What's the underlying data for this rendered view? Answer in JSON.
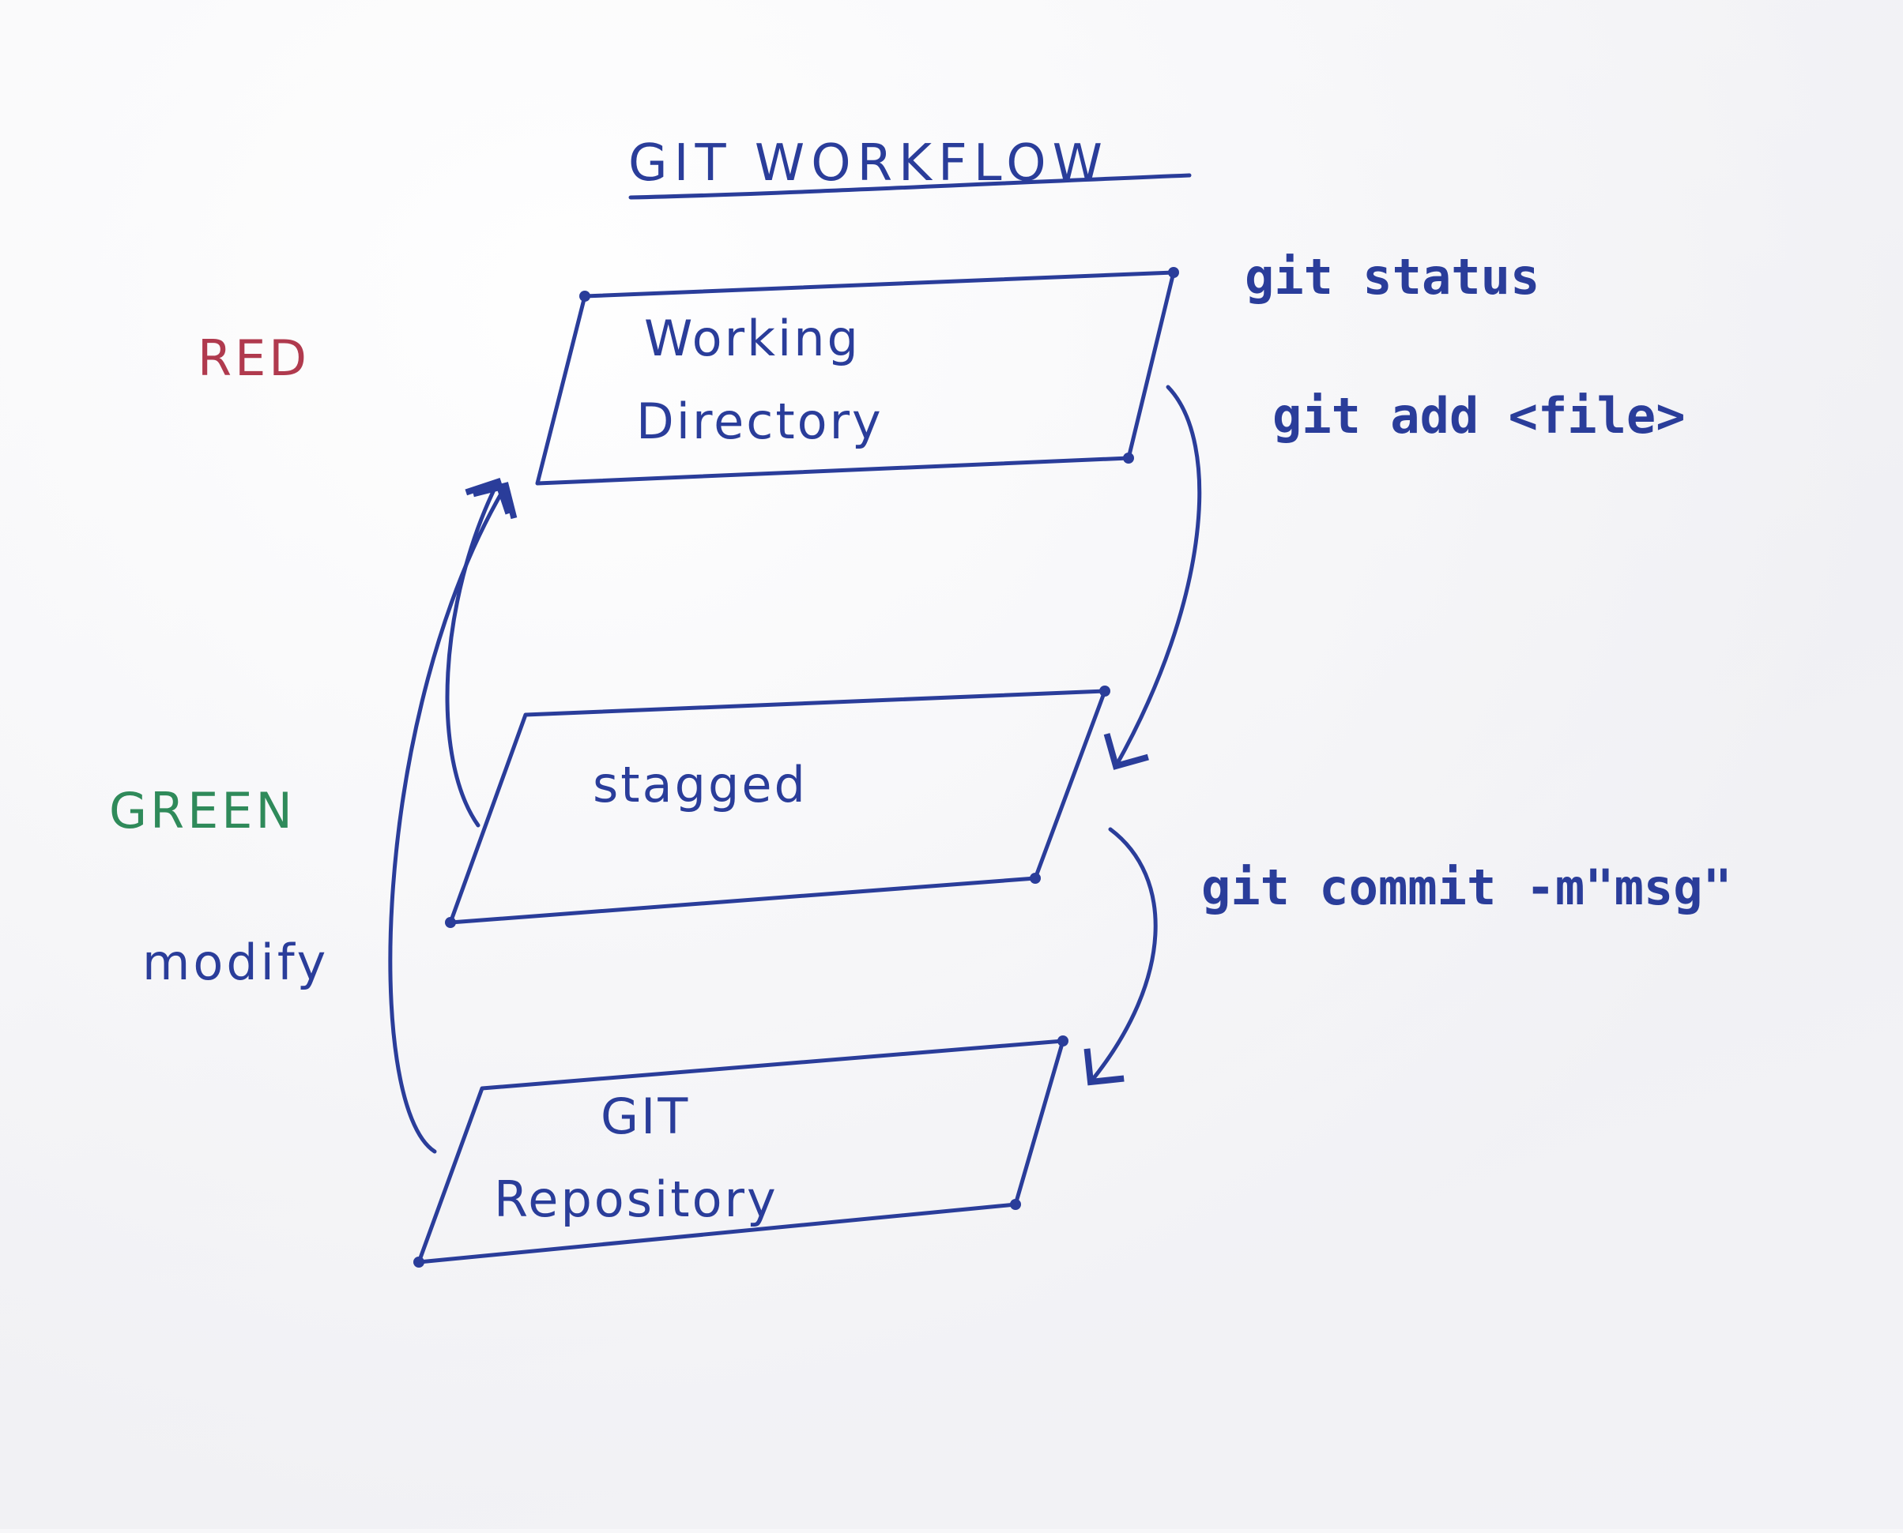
{
  "title": "GIT WORKFLOW",
  "colors": {
    "ink": "#2a3d9a",
    "red": "#b03a4e",
    "green": "#2f8a5a"
  },
  "states": {
    "red_label": "RED",
    "green_label": "GREEN",
    "modify_label": "modify"
  },
  "boxes": {
    "working": [
      "Working",
      "Directory"
    ],
    "staged": "stagged",
    "repo": [
      "GIT",
      "Repository"
    ]
  },
  "commands": {
    "status": "git status",
    "add": "git add <file>",
    "commit": "git commit -m\"msg\""
  }
}
